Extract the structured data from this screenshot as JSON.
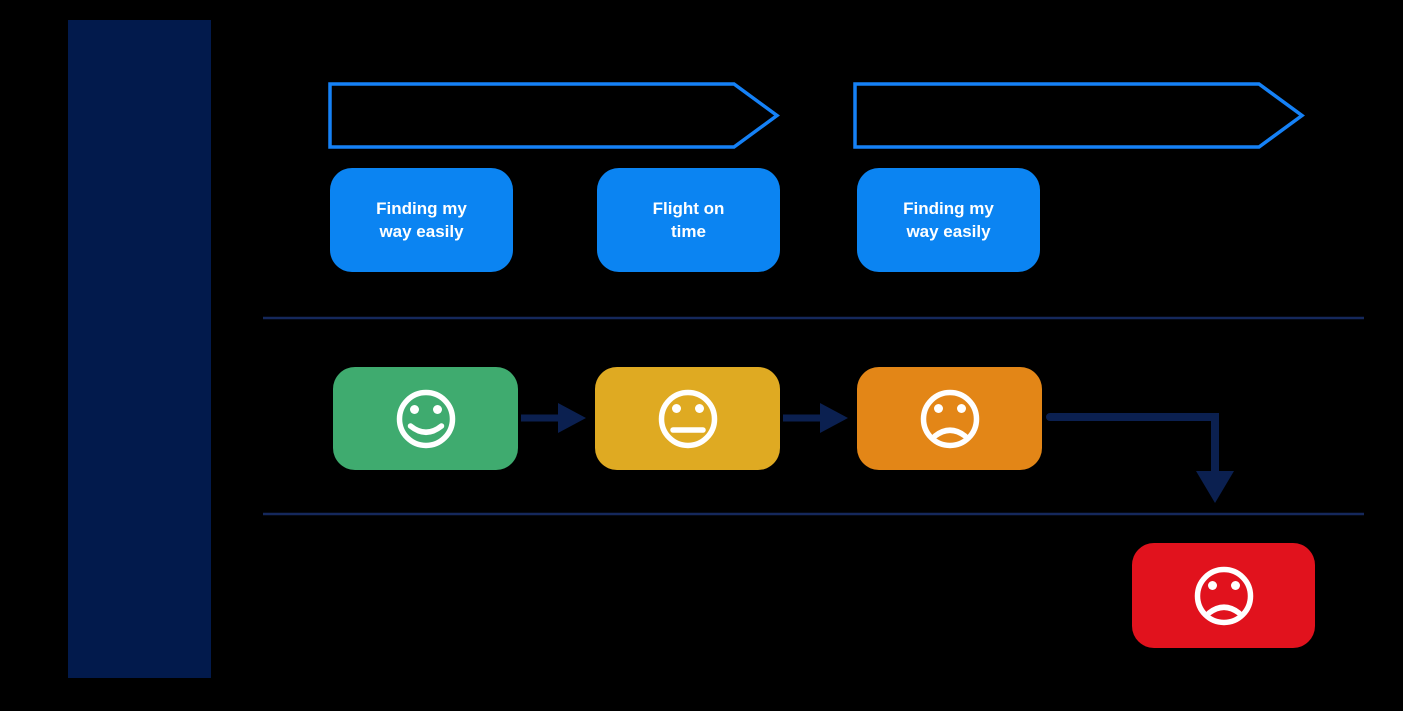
{
  "canvas": {
    "background": "#000000"
  },
  "colors": {
    "navy_bar": "#021A4C",
    "timeline_line": "#15285C",
    "connector": "#0B2050",
    "chevron_stroke": "#1581F6",
    "touchpoint_blue": "#0B84F2",
    "emotion_green": "#3FAB6F",
    "emotion_yellow": "#DFAA22",
    "emotion_orange": "#E38617",
    "emotion_red": "#E1121D",
    "face_stroke": "#FFFFFF"
  },
  "touchpoints": [
    {
      "label": "Finding my way easily"
    },
    {
      "label": "Flight on time"
    },
    {
      "label": "Finding my way easily"
    }
  ],
  "emotions": [
    {
      "mood": "happy",
      "icon": "happy-face-icon",
      "color": "#3FAB6F"
    },
    {
      "mood": "neutral",
      "icon": "neutral-face-icon",
      "color": "#DFAA22"
    },
    {
      "mood": "unhappy",
      "icon": "sad-face-icon",
      "color": "#E38617"
    },
    {
      "mood": "unhappy",
      "icon": "sad-face-icon",
      "color": "#E1121D"
    }
  ]
}
